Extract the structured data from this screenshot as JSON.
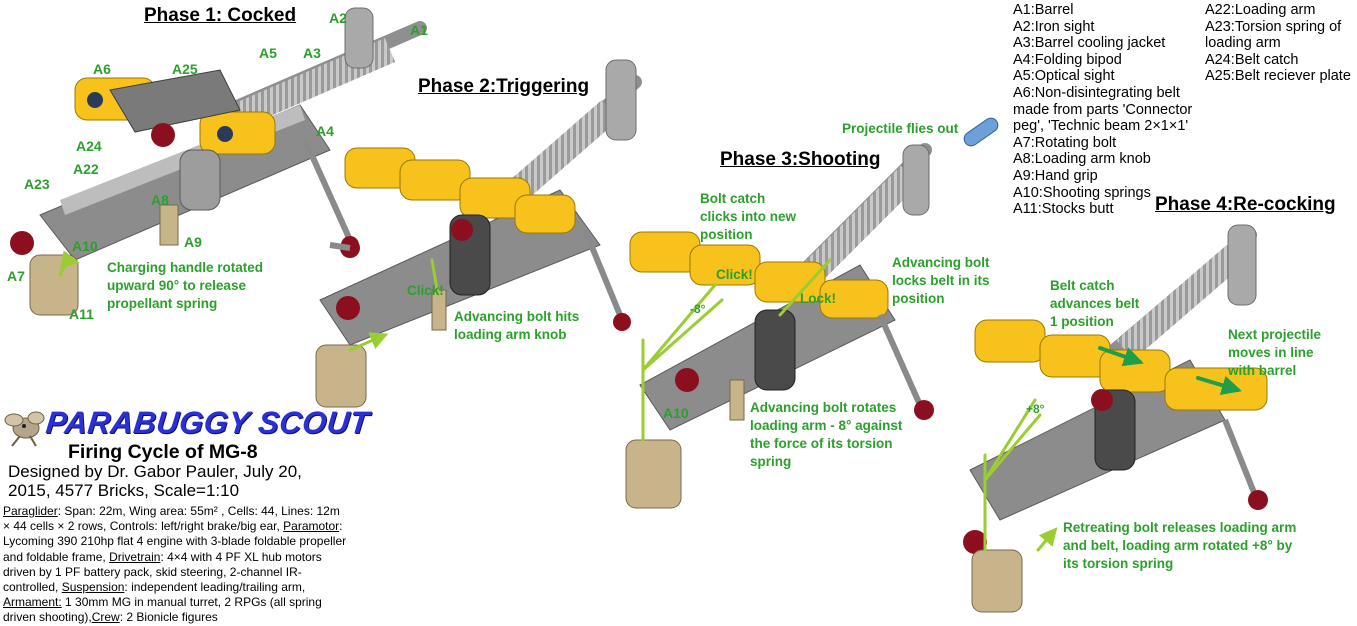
{
  "phases": {
    "p1": "Phase 1: Cocked",
    "p2": "Phase 2:Triggering",
    "p3": "Phase 3:Shooting",
    "p4": "Phase 4:Re-cocking"
  },
  "part_labels": {
    "a1": "A1",
    "a2": "A2",
    "a3": "A3",
    "a4": "A4",
    "a5": "A5",
    "a6": "A6",
    "a7": "A7",
    "a8": "A8",
    "a9": "A9",
    "a10": "A10",
    "a10b": "A10",
    "a11": "A11",
    "a22": "A22",
    "a23": "A23",
    "a24": "A24",
    "a25": "A25"
  },
  "notes": {
    "charging": "Charging handle rotated upward 90° to release propellant spring",
    "click2": "Click!",
    "hits_knob": "Advancing bolt hits loading arm knob",
    "projectile": "Projectile flies out",
    "bolt_catch": "Bolt catch clicks into new position",
    "click3": "Click!",
    "lock3": "Lock!",
    "locks_belt": "Advancing bolt locks belt in its position",
    "rotates_arm": "Advancing bolt rotates loading arm - 8° against the force of its torsion spring",
    "minus8": "-8°",
    "belt_catch": "Belt catch advances belt 1 position",
    "next_proj": "Next projectile moves in line with barrel",
    "plus8": "+8°",
    "retreating": "Retreating bolt releases loading arm and belt, loading arm rotated +8° by its torsion spring"
  },
  "legend_left": [
    "A1:Barrel",
    "A2:Iron sight",
    "A3:Barrel cooling jacket",
    "A4:Folding bipod",
    "A5:Optical sight",
    "A6:Non-disintegrating belt made from parts 'Connector peg', 'Technic beam 2×1×1'",
    "A7:Rotating bolt",
    "A8:Loading arm knob",
    "A9:Hand grip",
    "A10:Shooting springs",
    "A11:Stocks butt"
  ],
  "legend_right": [
    "A22:Loading arm",
    "A23:Torsion spring of loading arm",
    "A24:Belt catch",
    "A25:Belt reciever plate"
  ],
  "branding": {
    "logo": "PARABUGGY SCOUT",
    "subtitle": "Firing Cycle of MG-8",
    "designer": "Designed by Dr. Gabor Pauler, July 20, 2015, 4577 Bricks, Scale=1:10"
  },
  "specs": {
    "paraglider_h": "Paraglider",
    "paraglider": ": Span: 22m, Wing area: 55m² , Cells: 44, Lines: 12m × 44 cells × 2 rows, Controls: left/right brake/big ear, ",
    "paramotor_h": "Paramotor",
    "paramotor": ": Lycoming 390 210hp flat 4 engine with 3-blade foldable propeller and foldable frame, ",
    "drivetrain_h": "Drivetrain",
    "drivetrain": ": 4×4 with 4 PF XL hub motors driven by 1 PF battery pack, skid steering, 2-channel IR-controlled, ",
    "suspension_h": "Suspension",
    "suspension": ": independent leading/trailing arm, ",
    "armament_h": "Armament:",
    "armament": " 1 30mm MG in manual turret, 2 RPGs (all spring driven shooting),",
    "crew_h": "Crew",
    "crew": ": 2 Bionicle figures"
  },
  "colors": {
    "annotation_green": "#2ca02c",
    "arrow_lime": "#9acd32",
    "brick_yellow": "#f7c21b",
    "brick_gray": "#a3a3a3",
    "dark_red": "#8b0f1e",
    "tan": "#c8b48a",
    "logo_blue": "#2a2fd6"
  }
}
